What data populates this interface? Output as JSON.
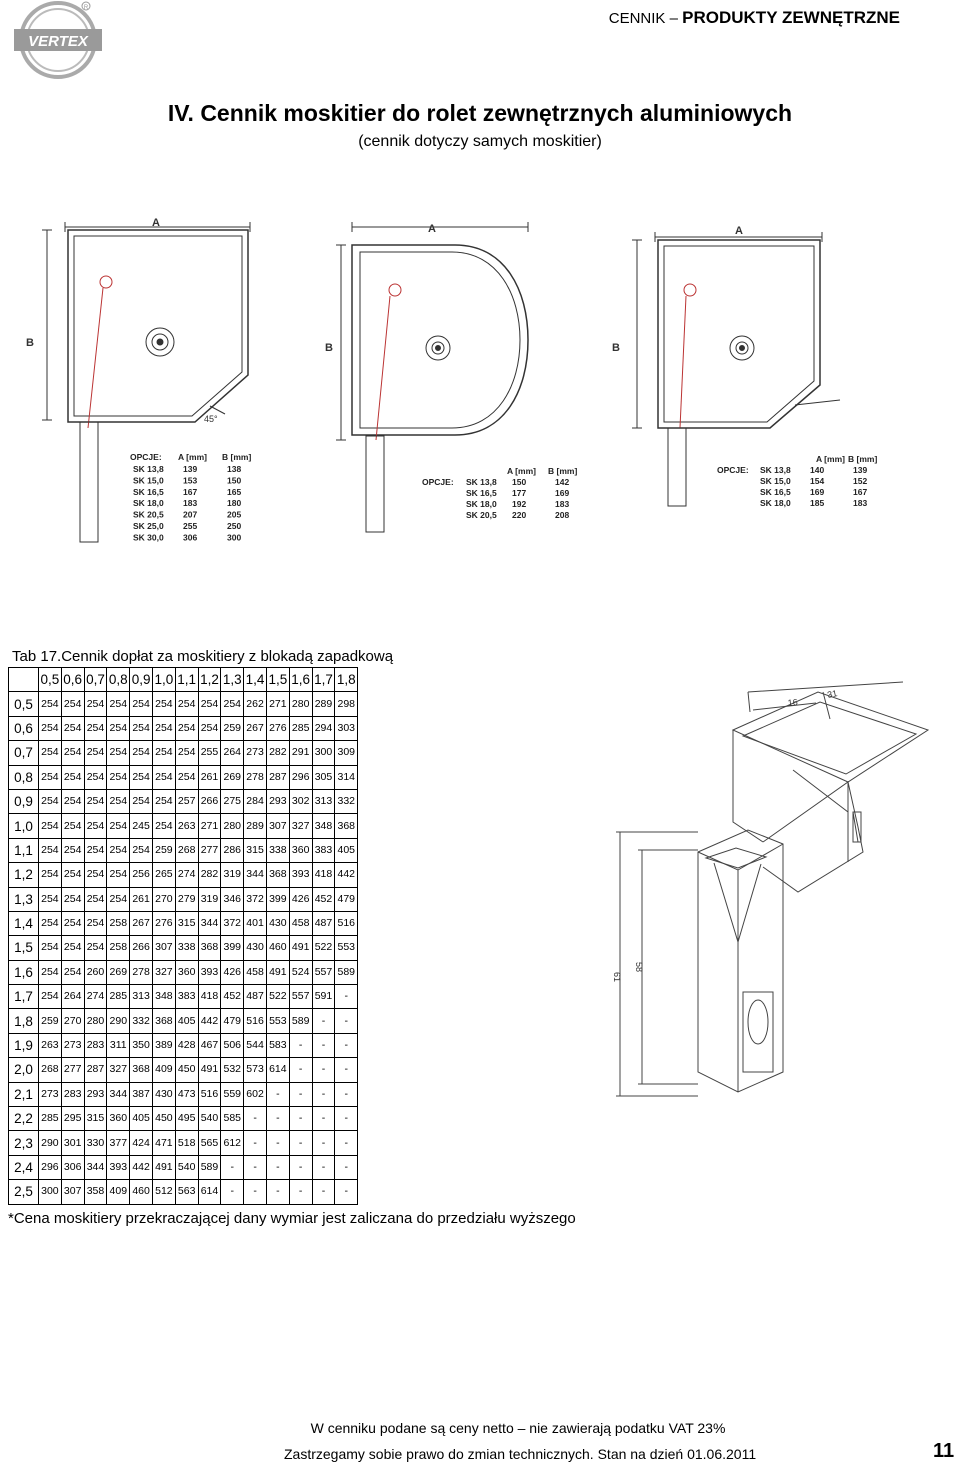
{
  "header": {
    "cennik": "CENNIK",
    "produkty": "PRODUKTY ZEWNĘTRZNE",
    "logo_text": "VERTEX"
  },
  "title": "IV.  Cennik moskitier do rolet zewnętrznych aluminiowych",
  "subtitle": "(cennik dotyczy samych moskitier)",
  "drawings": {
    "dim_a": "A",
    "dim_b": "B",
    "angle": "45°",
    "opcje": "OPCJE:",
    "col_a": "A [mm]",
    "col_b": "B [mm]",
    "box1": [
      [
        "SK 13,8",
        "139",
        "138"
      ],
      [
        "SK 15,0",
        "153",
        "150"
      ],
      [
        "SK 16,5",
        "167",
        "165"
      ],
      [
        "SK 18,0",
        "183",
        "180"
      ],
      [
        "SK 20,5",
        "207",
        "205"
      ],
      [
        "SK 25,0",
        "255",
        "250"
      ],
      [
        "SK 30,0",
        "306",
        "300"
      ]
    ],
    "box2": [
      [
        "SK 13,8",
        "150",
        "142"
      ],
      [
        "SK 16,5",
        "177",
        "169"
      ],
      [
        "SK 18,0",
        "192",
        "183"
      ],
      [
        "SK 20,5",
        "220",
        "208"
      ]
    ],
    "box3": [
      [
        "SK 13,8",
        "140",
        "139"
      ],
      [
        "SK 15,0",
        "154",
        "152"
      ],
      [
        "SK 16,5",
        "169",
        "167"
      ],
      [
        "SK 18,0",
        "185",
        "183"
      ]
    ]
  },
  "table": {
    "caption": "Tab 17.Cennik dopłat za moskitiery z blokadą zapadkową",
    "columns": [
      "0,5",
      "0,6",
      "0,7",
      "0,8",
      "0,9",
      "1,0",
      "1,1",
      "1,2",
      "1,3",
      "1,4",
      "1,5",
      "1,6",
      "1,7",
      "1,8"
    ],
    "rows": [
      {
        "h": "0,5",
        "v": [
          "254",
          "254",
          "254",
          "254",
          "254",
          "254",
          "254",
          "254",
          "254",
          "262",
          "271",
          "280",
          "289",
          "298"
        ]
      },
      {
        "h": "0,6",
        "v": [
          "254",
          "254",
          "254",
          "254",
          "254",
          "254",
          "254",
          "254",
          "259",
          "267",
          "276",
          "285",
          "294",
          "303"
        ]
      },
      {
        "h": "0,7",
        "v": [
          "254",
          "254",
          "254",
          "254",
          "254",
          "254",
          "254",
          "255",
          "264",
          "273",
          "282",
          "291",
          "300",
          "309"
        ]
      },
      {
        "h": "0,8",
        "v": [
          "254",
          "254",
          "254",
          "254",
          "254",
          "254",
          "254",
          "261",
          "269",
          "278",
          "287",
          "296",
          "305",
          "314"
        ]
      },
      {
        "h": "0,9",
        "v": [
          "254",
          "254",
          "254",
          "254",
          "254",
          "254",
          "257",
          "266",
          "275",
          "284",
          "293",
          "302",
          "313",
          "332"
        ]
      },
      {
        "h": "1,0",
        "v": [
          "254",
          "254",
          "254",
          "254",
          "245",
          "254",
          "263",
          "271",
          "280",
          "289",
          "307",
          "327",
          "348",
          "368"
        ]
      },
      {
        "h": "1,1",
        "v": [
          "254",
          "254",
          "254",
          "254",
          "254",
          "259",
          "268",
          "277",
          "286",
          "315",
          "338",
          "360",
          "383",
          "405"
        ]
      },
      {
        "h": "1,2",
        "v": [
          "254",
          "254",
          "254",
          "254",
          "256",
          "265",
          "274",
          "282",
          "319",
          "344",
          "368",
          "393",
          "418",
          "442"
        ]
      },
      {
        "h": "1,3",
        "v": [
          "254",
          "254",
          "254",
          "254",
          "261",
          "270",
          "279",
          "319",
          "346",
          "372",
          "399",
          "426",
          "452",
          "479"
        ]
      },
      {
        "h": "1,4",
        "v": [
          "254",
          "254",
          "254",
          "258",
          "267",
          "276",
          "315",
          "344",
          "372",
          "401",
          "430",
          "458",
          "487",
          "516"
        ]
      },
      {
        "h": "1,5",
        "v": [
          "254",
          "254",
          "254",
          "258",
          "266",
          "307",
          "338",
          "368",
          "399",
          "430",
          "460",
          "491",
          "522",
          "553"
        ]
      },
      {
        "h": "1,6",
        "v": [
          "254",
          "254",
          "260",
          "269",
          "278",
          "327",
          "360",
          "393",
          "426",
          "458",
          "491",
          "524",
          "557",
          "589"
        ]
      },
      {
        "h": "1,7",
        "v": [
          "254",
          "264",
          "274",
          "285",
          "313",
          "348",
          "383",
          "418",
          "452",
          "487",
          "522",
          "557",
          "591",
          "-"
        ]
      },
      {
        "h": "1,8",
        "v": [
          "259",
          "270",
          "280",
          "290",
          "332",
          "368",
          "405",
          "442",
          "479",
          "516",
          "553",
          "589",
          "-",
          "-"
        ]
      },
      {
        "h": "1,9",
        "v": [
          "263",
          "273",
          "283",
          "311",
          "350",
          "389",
          "428",
          "467",
          "506",
          "544",
          "583",
          "-",
          "-",
          "-"
        ]
      },
      {
        "h": "2,0",
        "v": [
          "268",
          "277",
          "287",
          "327",
          "368",
          "409",
          "450",
          "491",
          "532",
          "573",
          "614",
          "-",
          "-",
          "-"
        ]
      },
      {
        "h": "2,1",
        "v": [
          "273",
          "283",
          "293",
          "344",
          "387",
          "430",
          "473",
          "516",
          "559",
          "602",
          "-",
          "-",
          "-",
          "-"
        ]
      },
      {
        "h": "2,2",
        "v": [
          "285",
          "295",
          "315",
          "360",
          "405",
          "450",
          "495",
          "540",
          "585",
          "-",
          "-",
          "-",
          "-",
          "-"
        ]
      },
      {
        "h": "2,3",
        "v": [
          "290",
          "301",
          "330",
          "377",
          "424",
          "471",
          "518",
          "565",
          "612",
          "-",
          "-",
          "-",
          "-",
          "-"
        ]
      },
      {
        "h": "2,4",
        "v": [
          "296",
          "306",
          "344",
          "393",
          "442",
          "491",
          "540",
          "589",
          "-",
          "-",
          "-",
          "-",
          "-",
          "-"
        ]
      },
      {
        "h": "2,5",
        "v": [
          "300",
          "307",
          "358",
          "409",
          "460",
          "512",
          "563",
          "614",
          "-",
          "-",
          "-",
          "-",
          "-",
          "-"
        ]
      }
    ],
    "note": "*Cena moskitiery przekraczającej dany wymiar jest zaliczana do przedziału wyższego"
  },
  "part_dims": [
    "31",
    "16",
    "61",
    "58"
  ],
  "footer": {
    "line1": "W cenniku podane są ceny netto – nie zawierają podatku VAT 23%",
    "line2": "Zastrzegamy sobie prawo do zmian technicznych. Stan na dzień 01.06.2011",
    "page": "11"
  }
}
